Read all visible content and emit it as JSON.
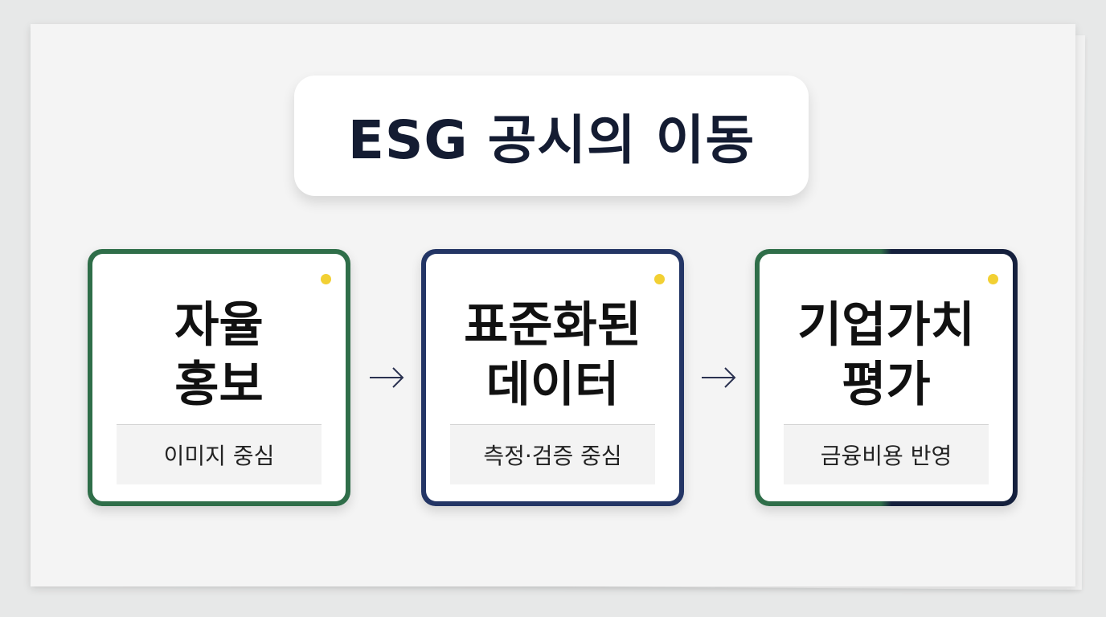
{
  "title": "ESG 공시의 이동",
  "cards": [
    {
      "title": "자율\n홍보",
      "subtitle": "이미지 중심"
    },
    {
      "title": "표준화된\n데이터",
      "subtitle": "측정·검증 중심"
    },
    {
      "title": "기업가치\n평가",
      "subtitle": "금융비용 반영"
    }
  ],
  "colors": {
    "green": "#2f6e49",
    "navy": "#233565",
    "dark_navy": "#15203d",
    "dot_yellow": "#f2d033",
    "title_text": "#141c32"
  }
}
